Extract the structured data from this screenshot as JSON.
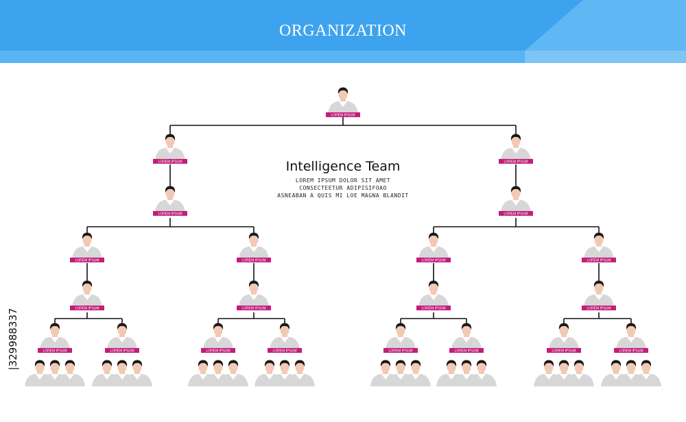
{
  "header": {
    "title": "ORGANIZATION"
  },
  "colors": {
    "header_blue": "#3ea3ee",
    "label_magenta": "#c21e7a",
    "line": "#111111",
    "skin": "#f2c9b4",
    "hair": "#1a1a1a",
    "shirt": "#d7d7d7"
  },
  "center_text": {
    "title": "Intelligence Team",
    "lines": [
      "LOREM IPSUM DOLOR SIT AMET",
      "CONSECTEETUR ADIPISIFOAO",
      "ASNEABAN A QUIS MI LOE MAGNA BLANDIT"
    ]
  },
  "node_label": "LOREM IPSUM",
  "stock_id": "|329988337"
}
